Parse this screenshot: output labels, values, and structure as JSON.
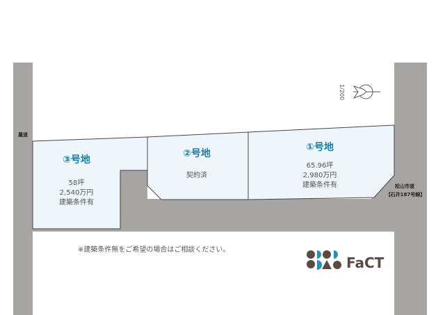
{
  "roads": {
    "left_label": "農道",
    "right_label_line1": "松山市道",
    "right_label_line2": "【石井187号線】"
  },
  "scale": "1/200",
  "lots": [
    {
      "title": "①号地",
      "area": "65.96坪",
      "price": "2,980万円",
      "condition": "建築条件有"
    },
    {
      "title": "②号地",
      "status": "契約済"
    },
    {
      "title": "③号地",
      "area": "58坪",
      "price": "2,540万円",
      "condition": "建築条件有"
    }
  ],
  "note": "※建築条件無をご希望の場合はご相談ください。",
  "logo": {
    "brand": "FaCT"
  },
  "colors": {
    "road": "#a7a4a4",
    "lot_fill": "#eef6fc",
    "lot_title": "#1f7fa0",
    "logo_blue": "#2a8fb5",
    "logo_brown": "#5a4a42"
  }
}
